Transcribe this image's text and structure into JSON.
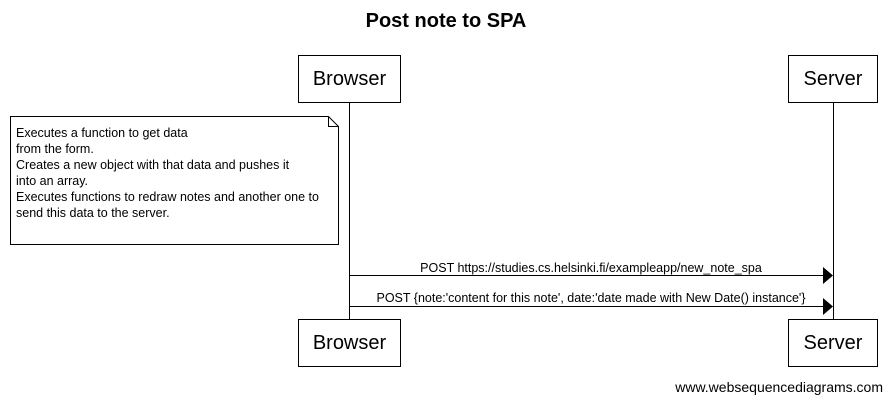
{
  "diagram": {
    "title": "Post note to SPA",
    "participants": {
      "browser": "Browser",
      "server": "Server"
    },
    "note": {
      "lines": [
        "Executes a function to get data",
        "from the form.",
        "Creates a new object with that data and pushes it",
        "into an array.",
        "Executes functions to redraw notes and another one to",
        "send this data to the server."
      ]
    },
    "messages": [
      {
        "from": "Browser",
        "to": "Server",
        "label": "POST https://studies.cs.helsinki.fi/exampleapp/new_note_spa"
      },
      {
        "from": "Browser",
        "to": "Server",
        "label": "POST {note:'content for this note', date:'date made with New Date() instance'}"
      }
    ],
    "watermark": "www.websequencediagrams.com"
  }
}
